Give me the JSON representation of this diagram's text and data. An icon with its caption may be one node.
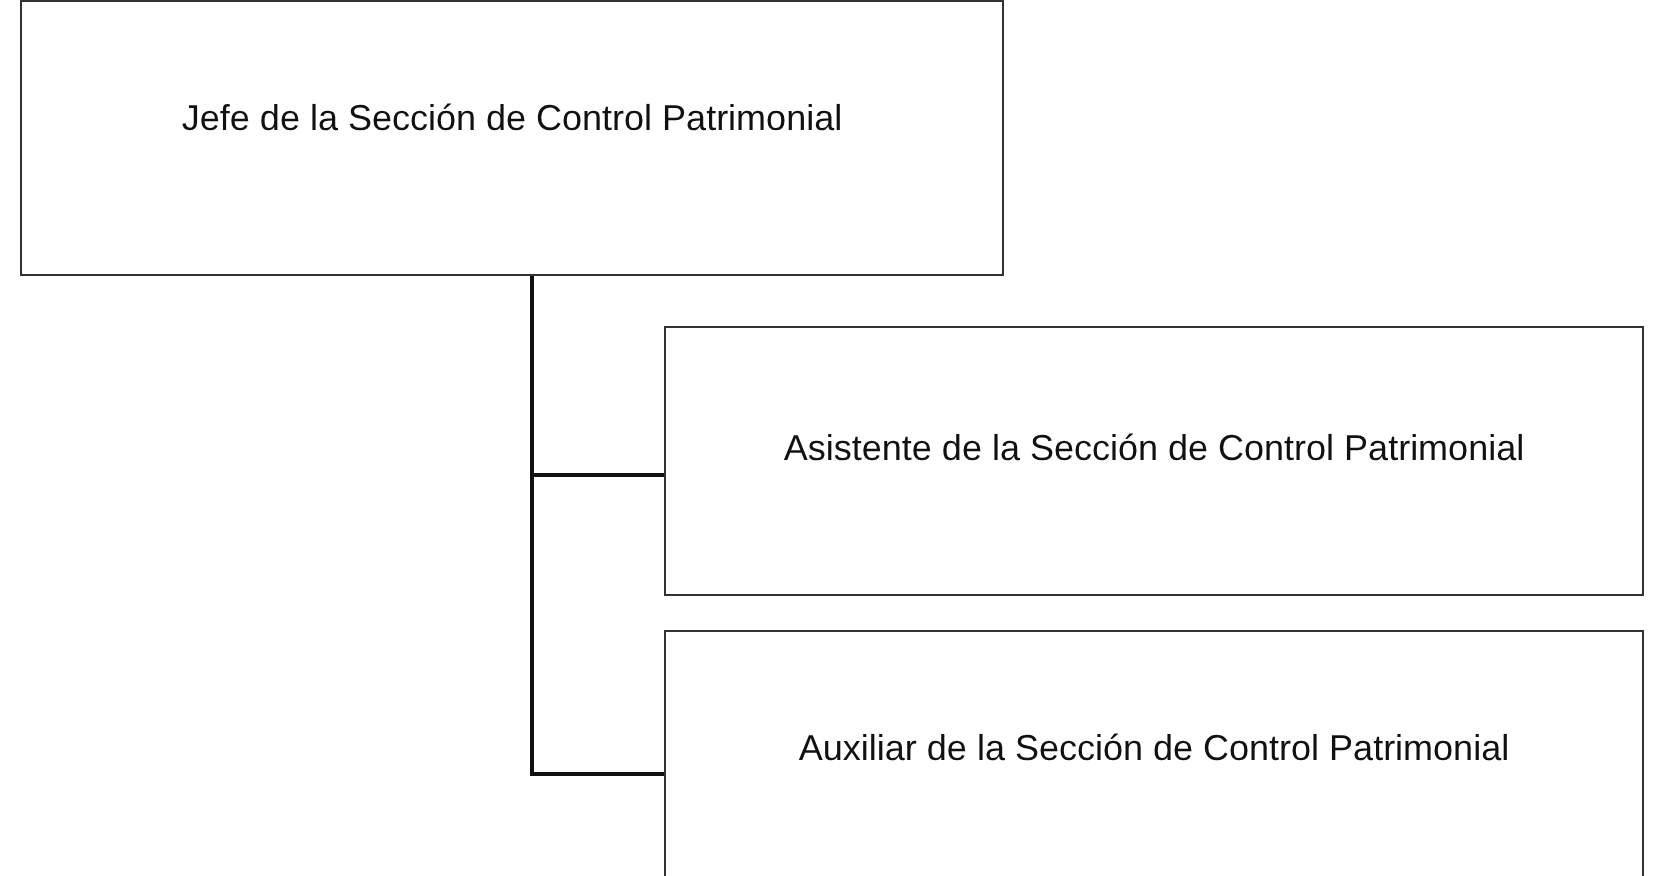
{
  "diagram": {
    "nodes": [
      {
        "text": [
          "Jefe de la Sección de Control Patrimonial"
        ]
      },
      {
        "text": [
          "Asistente de la Sección de Control Patrimonial"
        ]
      },
      {
        "text": [
          "Auxiliar de la Sección de Control Patrimonial"
        ]
      }
    ],
    "edges": [
      {
        "from": 0,
        "to": 1,
        "arrow": "none"
      },
      {
        "from": 0,
        "to": 2,
        "arrow": "none"
      }
    ]
  }
}
